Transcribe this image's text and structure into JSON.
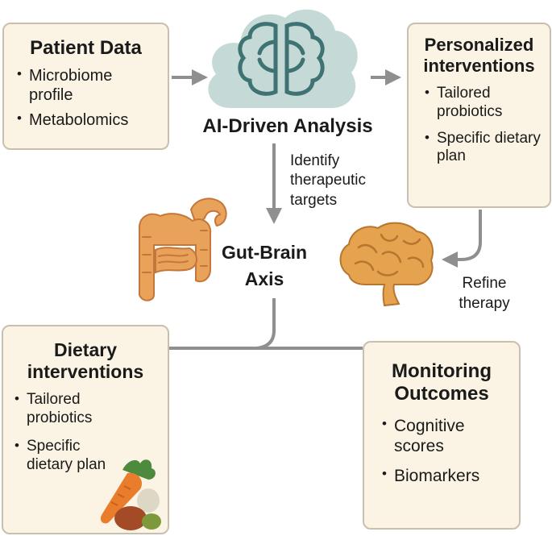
{
  "patient_data": {
    "title": "Patient Data",
    "items": [
      "Microbiome profile",
      "Metabolomics"
    ]
  },
  "ai_analysis": {
    "label": "AI-Driven Analysis"
  },
  "identify_targets": {
    "label": "Identify therapeutic targets"
  },
  "personalized": {
    "title": "Personalized interventions",
    "items": [
      "Tailored probiotics",
      "Specific dietary plan"
    ]
  },
  "gut_brain": {
    "label": "Gut-Brain Axis"
  },
  "refine": {
    "label": "Refine therapy"
  },
  "dietary": {
    "title": "Dietary interventions",
    "items": [
      "Tailored probiotics",
      "Specific dietary plan"
    ]
  },
  "monitoring": {
    "title": "Monitoring Outcomes",
    "items": [
      "Cognitive scores",
      "Biomarkers"
    ]
  },
  "icons": {
    "cloud": "cloud-brain-icon",
    "intestine": "intestine-icon",
    "brain": "brain-icon",
    "vegetables": "vegetables-icon"
  },
  "colors": {
    "box_fill": "#fbf4e4",
    "box_border": "#c9bfae",
    "connector": "#8f8f8f",
    "cloud": "#c5dad6",
    "cloud_brain_line": "#3f7373",
    "intestine": "#e9a25a",
    "brain": "#e5a24f"
  }
}
